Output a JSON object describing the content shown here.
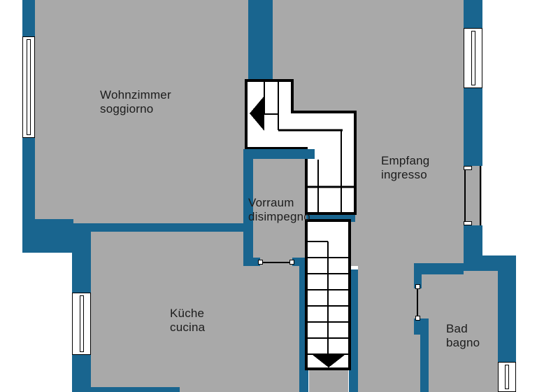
{
  "plan": {
    "title": "floor-plan",
    "rooms": [
      {
        "id": "wohnzimmer",
        "name_de": "Wohnzimmer",
        "name_it": "soggiorno"
      },
      {
        "id": "empfang",
        "name_de": "Empfang",
        "name_it": "ingresso"
      },
      {
        "id": "vorraum",
        "name_de": "Vorraum",
        "name_it": "disimpegno"
      },
      {
        "id": "kueche",
        "name_de": "Küche",
        "name_it": "cucina"
      },
      {
        "id": "bad",
        "name_de": "Bad",
        "name_it": "bagno"
      }
    ],
    "stairs": {
      "upper_arrow": "arrow-left",
      "lower_arrow": "arrow-down"
    },
    "colors": {
      "wall": "#19658f",
      "floor": "#a9a9a9",
      "outline": "#000000",
      "background": "#ffffff"
    }
  }
}
